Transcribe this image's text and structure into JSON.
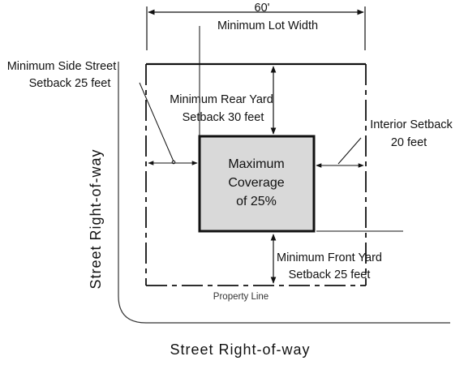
{
  "labels": {
    "lot_width_value": "60'",
    "lot_width_text": "Minimum Lot  Width",
    "side_street_line1": "Minimum Side Street",
    "side_street_line2": "Setback 25 feet",
    "rear_yard_line1": "Minimum Rear Yard",
    "rear_yard_line2": "Setback 30 feet",
    "interior_line1": "Interior Setback",
    "interior_line2": "20 feet",
    "coverage_line1": "Maximum",
    "coverage_line2": "Coverage",
    "coverage_line3": "of 25%",
    "front_yard_line1": "Minimum Front Yard",
    "front_yard_line2": "Setback 25 feet",
    "property_line": "Property Line",
    "street_bottom": "Street Right-of-way",
    "street_left": "Street Right-of-way"
  },
  "colors": {
    "building_fill": "#d9d9d9",
    "line": "#111111"
  }
}
